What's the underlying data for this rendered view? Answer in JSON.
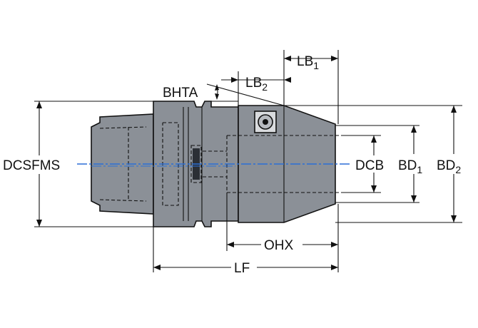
{
  "diagram": {
    "labels": {
      "lb1_main": "LB",
      "lb1_sub": "1",
      "lb2_main": "LB",
      "lb2_sub": "2",
      "bhta": "BHTA",
      "dcsfms": "DCSFMS",
      "dcb": "DCB",
      "bd1_main": "BD",
      "bd1_sub": "1",
      "bd2_main": "BD",
      "bd2_sub": "2",
      "ohx": "OHX",
      "lf": "LF"
    },
    "colors": {
      "body_fill": "#8b9097",
      "body_dark": "#6f747b",
      "line": "#111111",
      "axis": "#2b6fd6"
    }
  }
}
